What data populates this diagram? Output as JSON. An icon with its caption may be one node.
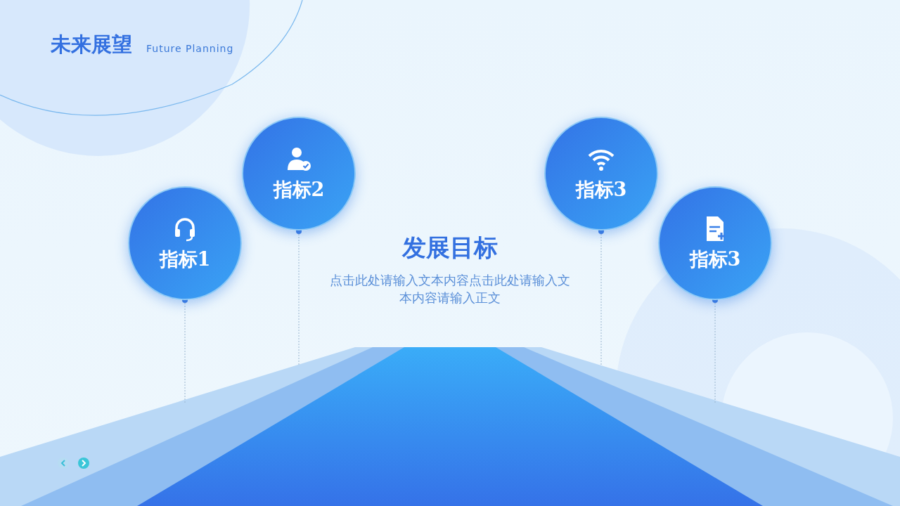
{
  "diagram": {
    "title": "未来展望",
    "nodes": [
      {
        "text": [
          "指标1"
        ]
      },
      {
        "text": [
          "指标2"
        ]
      },
      {
        "text": [
          "指标3"
        ]
      },
      {
        "text": [
          "指标3"
        ]
      }
    ],
    "labels": [
      "Future Planning",
      "发展目标",
      "点击此处请输入文本内容点击此处请输入文本内容请输入正文"
    ]
  }
}
